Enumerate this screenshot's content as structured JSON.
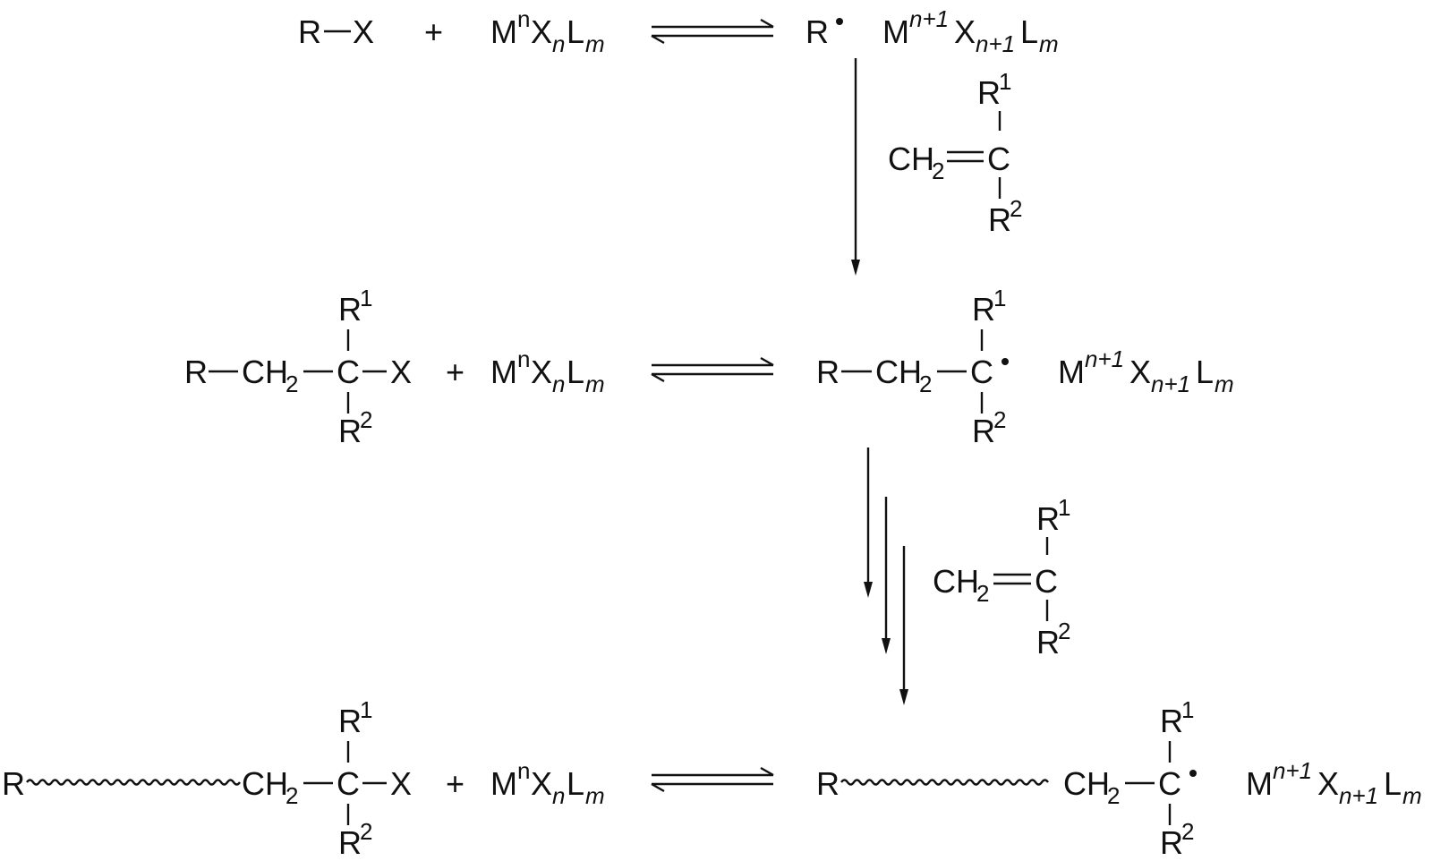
{
  "labels": {
    "R": "R",
    "X": "X",
    "C": "C",
    "CH": "CH",
    "two": "2",
    "plus": "+",
    "M": "M",
    "L": "L",
    "n": "n",
    "m": "m",
    "n_plus_1": "n+1",
    "R1": "R",
    "R1_sup": "1",
    "R2": "R",
    "R2_sup": "2"
  },
  "colors": {
    "ink": "#111111",
    "background": "#ffffff"
  }
}
